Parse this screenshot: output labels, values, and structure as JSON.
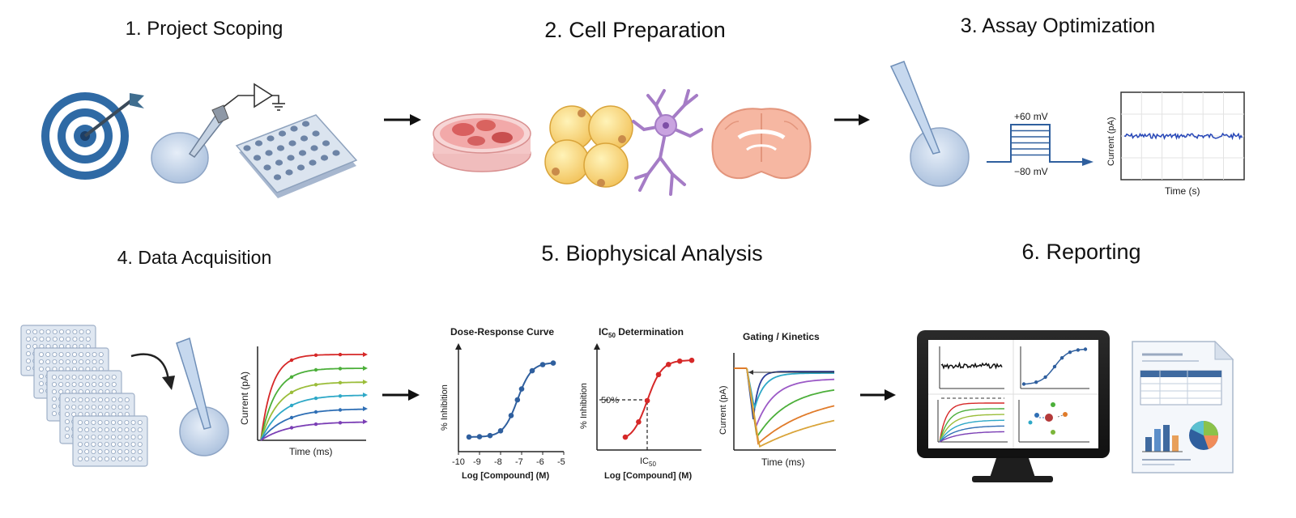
{
  "stages": [
    {
      "title": "1. Project Scoping"
    },
    {
      "title": "2. Cell Preparation"
    },
    {
      "title": "3. Assay Optimization"
    },
    {
      "title": "4. Data Acquisition"
    },
    {
      "title": "5. Biophysical Analysis"
    },
    {
      "title": "6. Reporting"
    }
  ],
  "assay": {
    "voltage_high": "+60 mV",
    "voltage_low": "−80 mV",
    "trace_ylabel": "Current (pA)",
    "trace_xlabel": "Time (s)"
  },
  "acquisition": {
    "ylabel": "Current (pA)",
    "xlabel": "Time (ms)"
  },
  "analysis": {
    "dose_response": {
      "title": "Dose-Response Curve",
      "ylabel": "% Inhibition",
      "xlabel": "Log [Compound] (M)",
      "ticks": [
        "-10",
        "-9",
        "-8",
        "-7",
        "-6",
        "-5"
      ]
    },
    "ic50": {
      "title_main": "IC",
      "title_sub": "50",
      "title_rest": " Determination",
      "ylabel": "% Inhibition",
      "xlabel": "Log [Compound] (M)",
      "marker_label": "50%",
      "x_marker_main": "IC",
      "x_marker_sub": "50"
    },
    "gating": {
      "title": "Gating / Kinetics",
      "ylabel": "Current (pA)",
      "xlabel": "Time (ms)"
    }
  },
  "colors": {
    "blue_main": "#2f5f9e",
    "red_main": "#d62828",
    "series": [
      "#d62828",
      "#4caf3a",
      "#9bbd3a",
      "#2ea8c7",
      "#2f6fb5",
      "#7b3fb5"
    ]
  },
  "icons": [
    "target-icon",
    "patch-pipette-icon",
    "well-plate-icon",
    "petri-dish-icon",
    "cell-cluster-icon",
    "neuron-icon",
    "brain-slice-icon",
    "monitor-icon",
    "report-document-icon"
  ]
}
